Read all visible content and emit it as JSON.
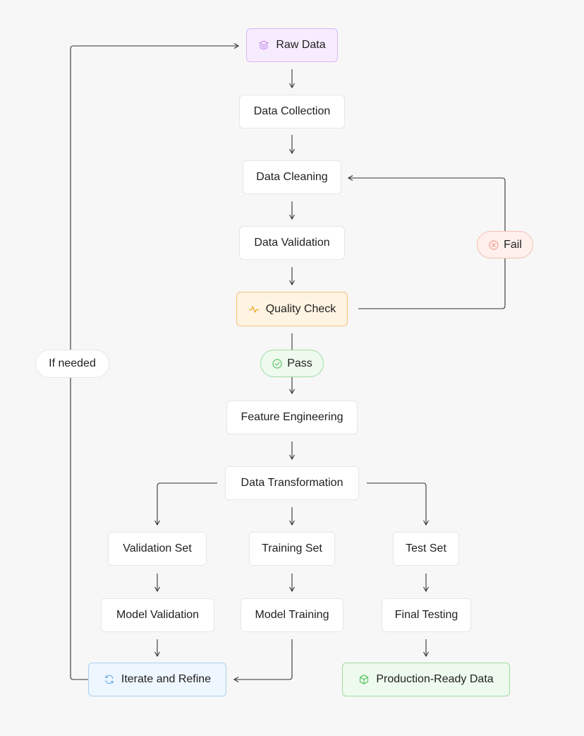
{
  "nodes": {
    "raw_data": "Raw Data",
    "data_collection": "Data Collection",
    "data_cleaning": "Data Cleaning",
    "data_validation": "Data Validation",
    "quality_check": "Quality Check",
    "feature_engineering": "Feature Engineering",
    "data_transformation": "Data Transformation",
    "validation_set": "Validation Set",
    "training_set": "Training Set",
    "test_set": "Test Set",
    "model_validation": "Model Validation",
    "model_training": "Model Training",
    "final_testing": "Final Testing",
    "iterate_refine": "Iterate and Refine",
    "production_ready": "Production-Ready Data"
  },
  "edge_labels": {
    "pass": "Pass",
    "fail": "Fail",
    "if_needed": "If needed"
  },
  "icons": {
    "raw_data": "layers-icon",
    "quality_check": "activity-icon",
    "iterate_refine": "refresh-icon",
    "production_ready": "box-icon",
    "pass": "check-circle-icon",
    "fail": "x-circle-icon"
  },
  "colors": {
    "purple_accent": "#c48ae8",
    "orange_accent": "#f0a830",
    "blue_accent": "#6aaee8",
    "green_accent": "#5cc463",
    "red_accent": "#f0a090",
    "line": "#333333"
  }
}
